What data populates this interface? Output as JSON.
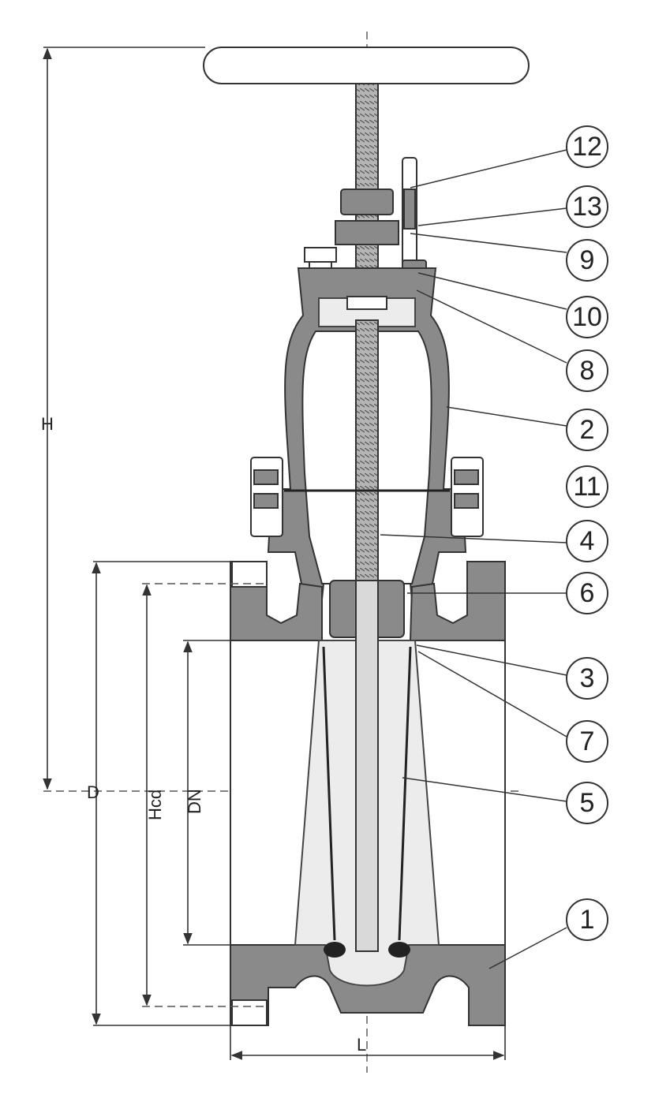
{
  "dimensions": {
    "H": "H",
    "D": "D",
    "Hcd": "Hcd",
    "DN": "DN",
    "L": "L"
  },
  "callouts": [
    {
      "label": "12"
    },
    {
      "label": "13"
    },
    {
      "label": "9"
    },
    {
      "label": "10"
    },
    {
      "label": "8"
    },
    {
      "label": "2"
    },
    {
      "label": "11"
    },
    {
      "label": "4"
    },
    {
      "label": "6"
    },
    {
      "label": "3"
    },
    {
      "label": "7"
    },
    {
      "label": "5"
    },
    {
      "label": "1"
    }
  ],
  "colors": {
    "metal": "#8a8a8a",
    "line": "#333333",
    "background": "#ffffff"
  }
}
